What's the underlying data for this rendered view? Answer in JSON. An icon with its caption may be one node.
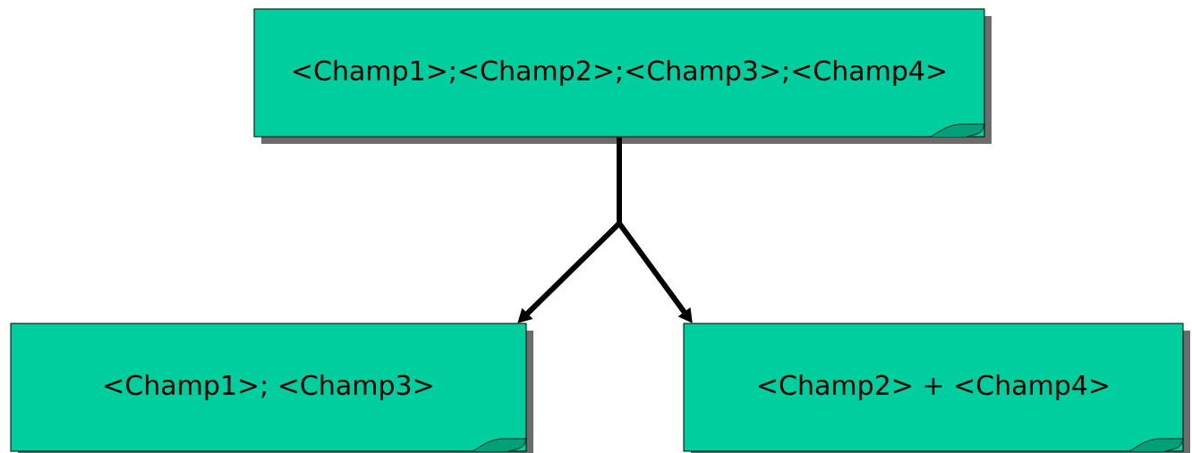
{
  "diagram": {
    "nodes": [
      {
        "text": [
          "<Champ1>;<Champ2>;<Champ3>;<Champ4>"
        ]
      },
      {
        "text": [
          "<Champ1>; <Champ3>"
        ]
      },
      {
        "text": [
          "<Champ2> + <Champ4>"
        ]
      }
    ],
    "edges": [
      {
        "from": 0,
        "to": 1,
        "arrow": "to"
      },
      {
        "from": 0,
        "to": 2,
        "arrow": "to"
      }
    ]
  }
}
